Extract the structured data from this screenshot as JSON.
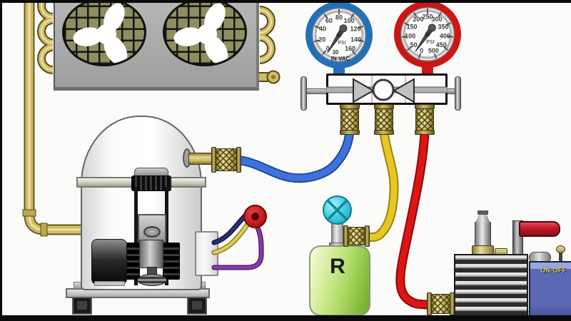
{
  "gauges": {
    "low": {
      "unit": "PSI",
      "vacuum_scale_value": "30",
      "vacuum_scale_label": "IN VAC",
      "color": "#2470b8",
      "needle_angle": -147,
      "ticks": [
        {
          "label": "0",
          "angle": -140
        },
        {
          "label": "20",
          "angle": -105
        },
        {
          "label": "40",
          "angle": -70
        },
        {
          "label": "60",
          "angle": -35
        },
        {
          "label": "80",
          "angle": 0
        },
        {
          "label": "100",
          "angle": 35
        },
        {
          "label": "120",
          "angle": 70
        },
        {
          "label": "140",
          "angle": 105
        },
        {
          "label": "160",
          "angle": 140
        }
      ]
    },
    "high": {
      "unit": "PSI",
      "color": "#cc1616",
      "needle_angle": -145,
      "ticks": [
        {
          "label": "0",
          "angle": -160
        },
        {
          "label": "50",
          "angle": -128
        },
        {
          "label": "100",
          "angle": -96
        },
        {
          "label": "150",
          "angle": -64
        },
        {
          "label": "200",
          "angle": -32
        },
        {
          "label": "250",
          "angle": 0
        },
        {
          "label": "300",
          "angle": 32
        },
        {
          "label": "350",
          "angle": 64
        },
        {
          "label": "400",
          "angle": 96
        },
        {
          "label": "450",
          "angle": 128
        },
        {
          "label": "500",
          "angle": 160
        }
      ]
    }
  },
  "refrigerant_bottle": {
    "label": "R"
  },
  "vacuum_pump": {
    "switch_label": "ON-OFF"
  },
  "colors": {
    "low_gauge_ring": "#2470b8",
    "high_gauge_ring": "#cc1616",
    "low_hose_blue": "#3f73dc",
    "utility_hose_yellow": "#e6c822",
    "high_hose_red": "#dd1515",
    "brass": "#cdbd6a",
    "bottle_green": "#9ed054",
    "valve_handle_cyan": "#35c4d8",
    "pump_motor_blue": "#5b69b4",
    "pump_handle_red": "#c01828",
    "wire_navy": "#2b2b7a",
    "wire_yellow": "#e0cc50",
    "wire_purple": "#8a3aaa"
  }
}
